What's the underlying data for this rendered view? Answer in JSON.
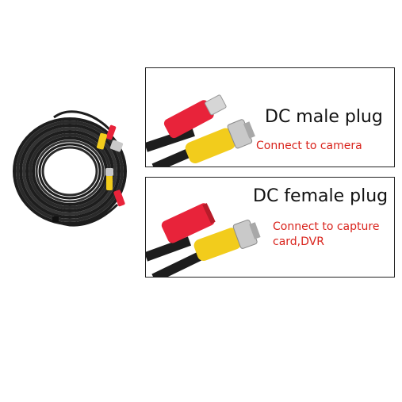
{
  "panels": [
    {
      "title": "DC male plug",
      "subtitle": "Connect to camera"
    },
    {
      "title": "DC female plug",
      "subtitle": "Connect to capture card,DVR"
    }
  ],
  "colors": {
    "cable": "#1d1d1d",
    "plug_red": "#e8233a",
    "plug_yellow": "#f2cc1c",
    "bnc_metal": "#c9c9c9",
    "subtitle_red": "#d9231c",
    "border": "#222222"
  }
}
